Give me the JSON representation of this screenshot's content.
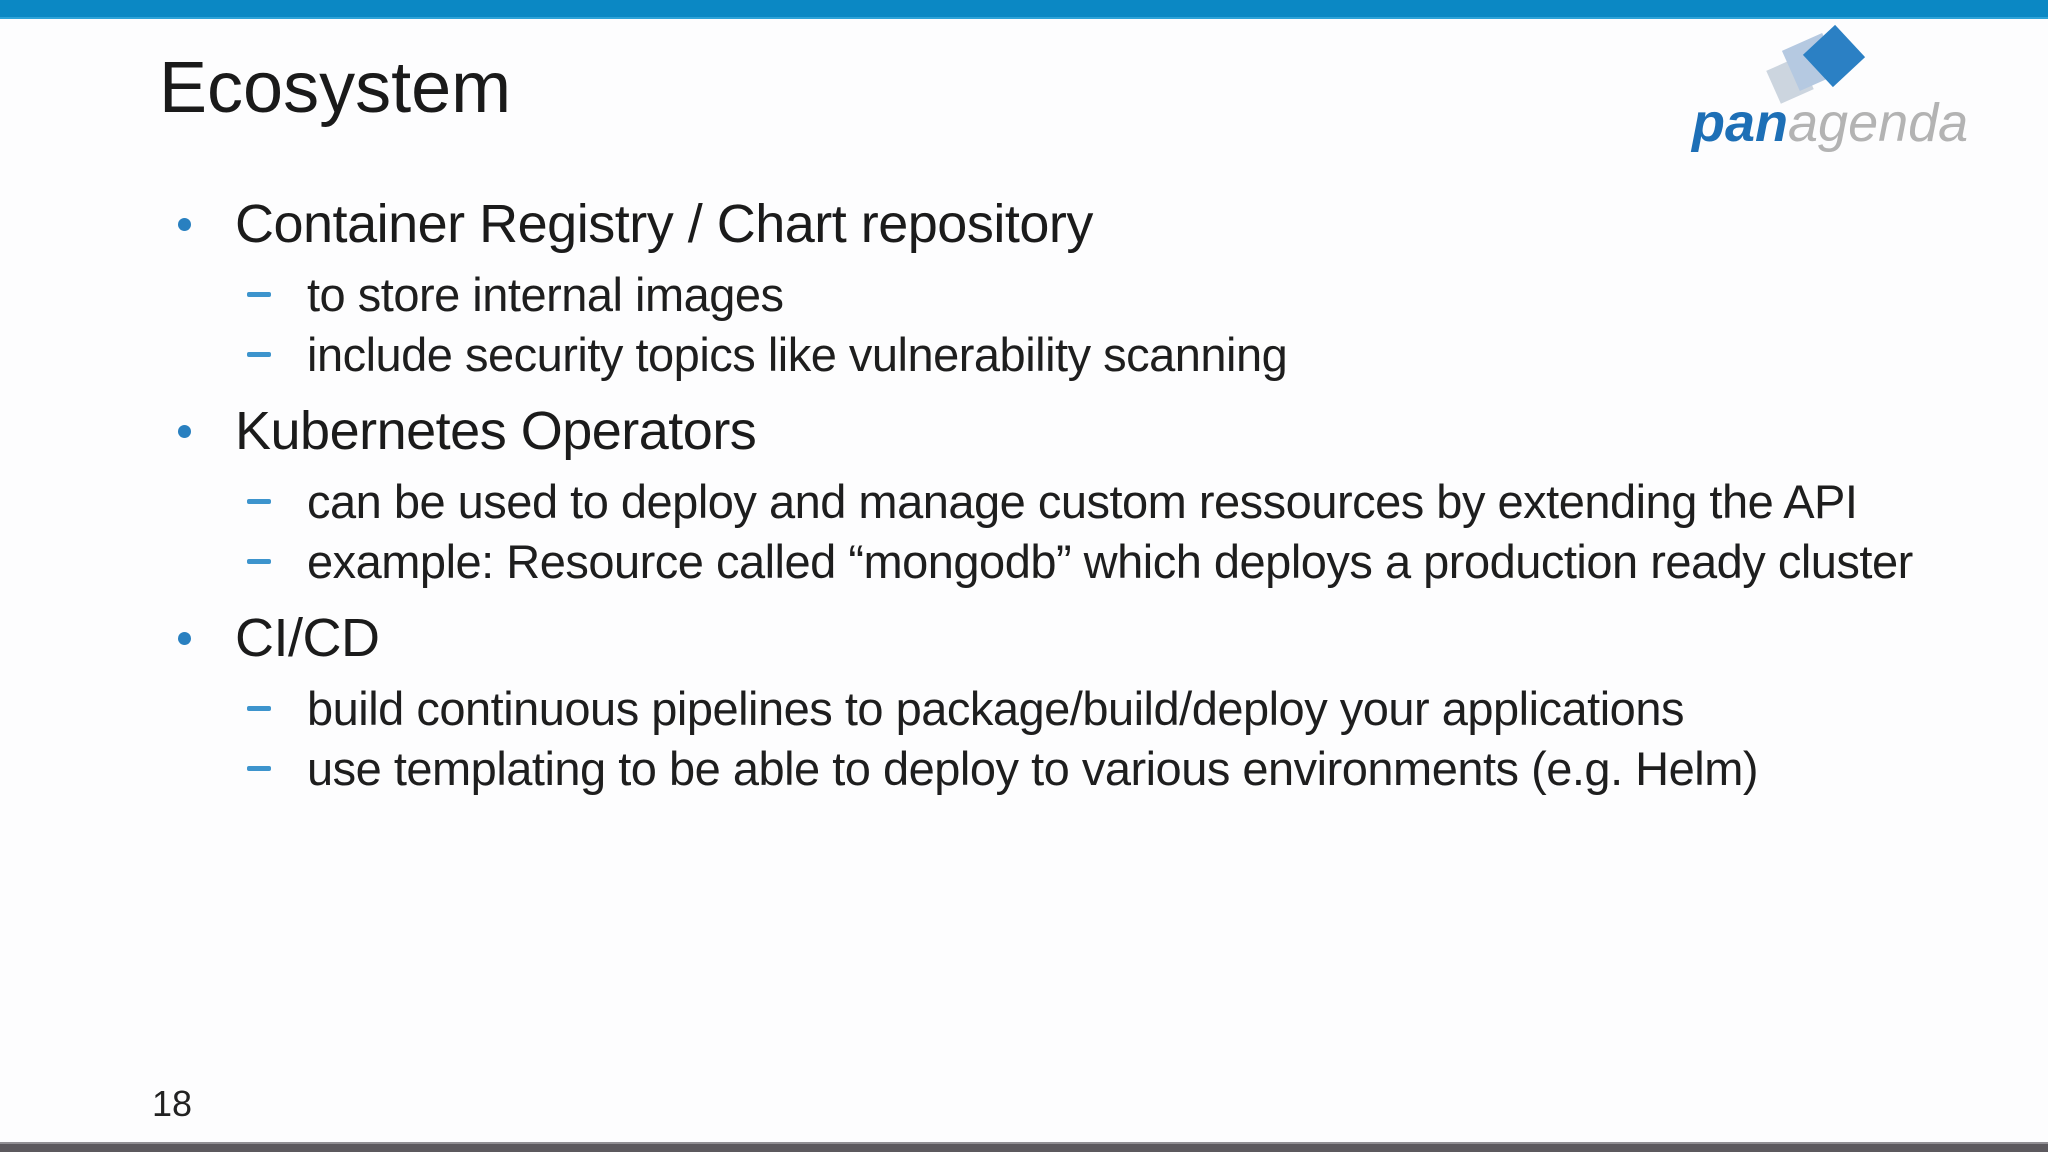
{
  "slide": {
    "title": "Ecosystem",
    "page_number": "18",
    "bullets": [
      {
        "label": "Container Registry / Chart repository",
        "sub": [
          "to store internal images",
          "include security topics like vulnerability scanning"
        ]
      },
      {
        "label": "Kubernetes Operators",
        "sub": [
          "can be used to deploy and manage custom ressources by extending the API",
          "example: Resource called “mongodb” which deploys a production ready cluster"
        ]
      },
      {
        "label": "CI/CD",
        "sub": [
          "build continuous pipelines to package/build/deploy your applications",
          "use templating to be able to deploy to various environments (e.g. Helm)"
        ]
      }
    ]
  },
  "logo": {
    "text_primary": "pan",
    "text_secondary": "agenda"
  },
  "colors": {
    "top_bar_blue": "#0b88c4",
    "bullet_dot_blue": "#2980c0",
    "dash_blue": "#3d94cd",
    "logo_blue": "#1d6fb6",
    "logo_gray": "#b3b3b3",
    "logo_diamond_blue": "#2b80c4",
    "logo_diamond_light": "#b5c9e1",
    "logo_diamond_pale": "#ccd5df",
    "bottom_bar_gray": "#5c595e",
    "text_color": "#1b1b1b"
  }
}
